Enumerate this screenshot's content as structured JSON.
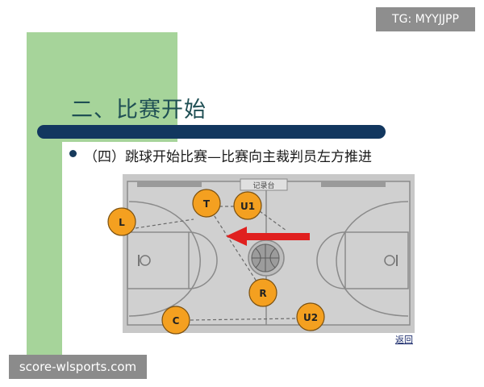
{
  "slide": {
    "title": "二、比赛开始",
    "bullet": "（四）跳球开始比赛—比赛向主裁判员左方推进",
    "return_link": "返回",
    "table_label": "记录台"
  },
  "referees": [
    {
      "label": "T"
    },
    {
      "label": "U1"
    },
    {
      "label": "L"
    },
    {
      "label": "R"
    },
    {
      "label": "C"
    },
    {
      "label": "U2"
    }
  ],
  "colors": {
    "accent_green": "#a6d49a",
    "title_bar": "#12375f",
    "title_text": "#1f4f54",
    "referee_fill": "#f4a020",
    "arrow": "#e0201f",
    "court": "#c9c9c9"
  },
  "icons": {
    "arrow": "red-left-arrow-icon",
    "ball": "basketball-icon"
  },
  "watermarks": {
    "top": "TG: MYYJJPP",
    "bottom": "score-wlsports.com"
  }
}
